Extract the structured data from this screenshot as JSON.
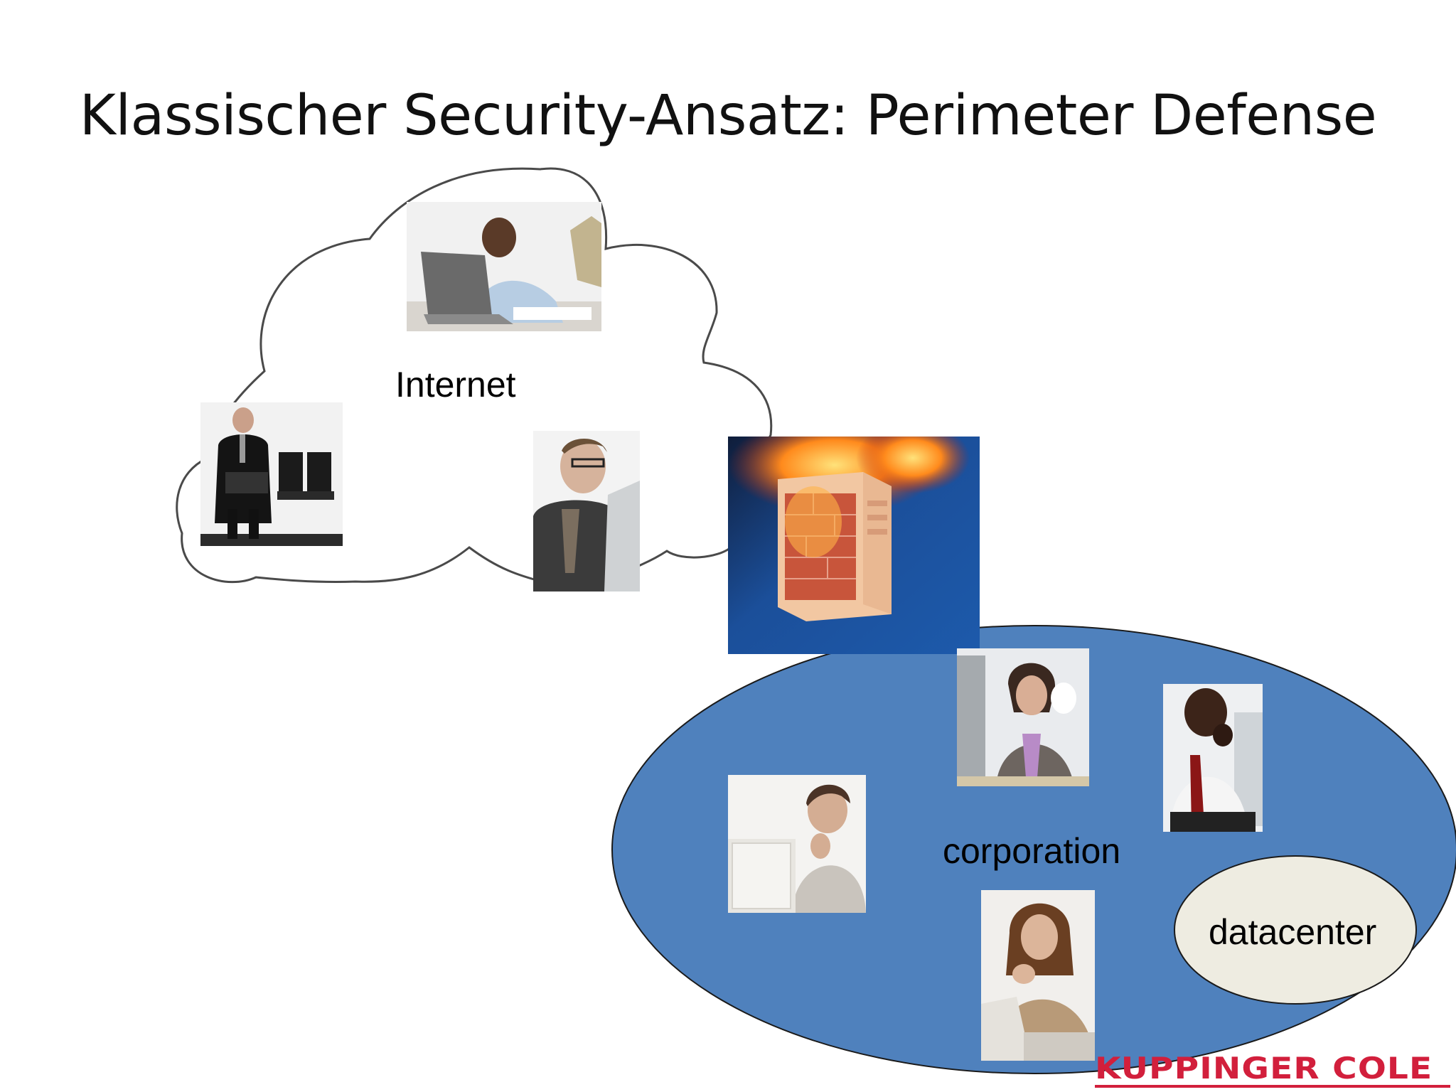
{
  "slide": {
    "title": "Klassischer Security-Ansatz: Perimeter Defense"
  },
  "internet": {
    "label": "Internet"
  },
  "corporation": {
    "label": "corporation",
    "fill": "#4f81bd"
  },
  "datacenter": {
    "label": "datacenter",
    "fill": "#eeece1"
  },
  "logo": {
    "text": "KUPPINGER COLE",
    "color": "#d21f3c"
  }
}
